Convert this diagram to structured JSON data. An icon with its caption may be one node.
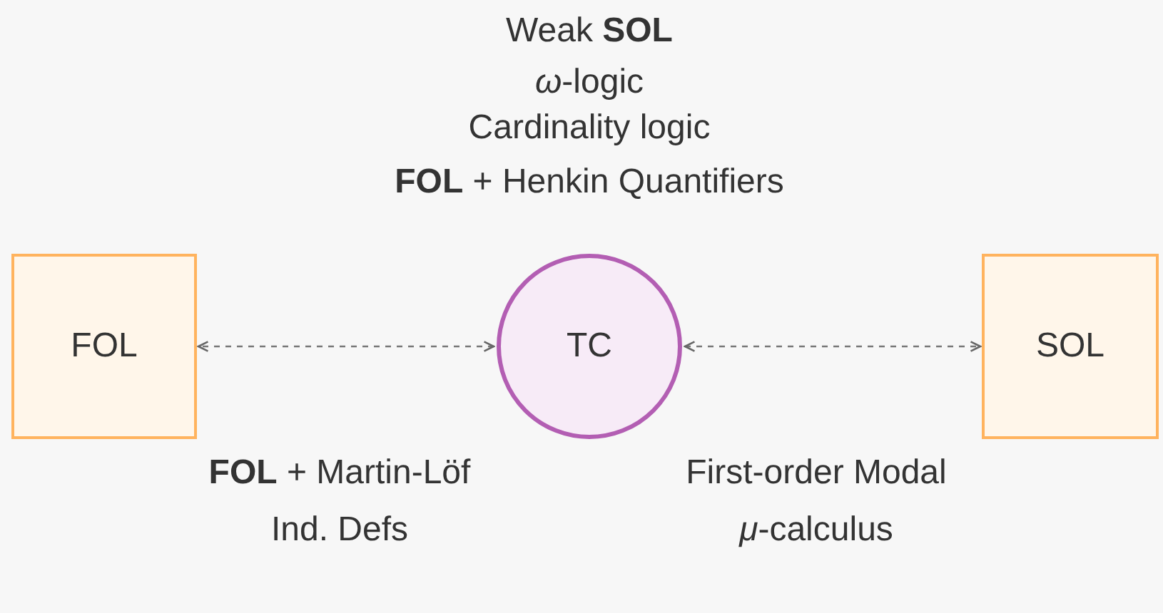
{
  "diagram": {
    "nodes": [
      {
        "text": [
          "FOL"
        ]
      },
      {
        "text": [
          "TC"
        ]
      },
      {
        "text": [
          "SOL"
        ]
      }
    ],
    "edges": [
      {
        "from": 1,
        "to": 0,
        "arrow": "both",
        "style": "dashed"
      },
      {
        "from": 1,
        "to": 2,
        "arrow": "both",
        "style": "dashed"
      }
    ],
    "labels": [
      "Weak **SOL**",
      "*ω*-logic",
      "Cardinality logic",
      "**FOL** + Henkin Quantifiers",
      "**FOL** + Martin-Löf Ind. Defs",
      "First-order Modal *μ*-calculus"
    ]
  }
}
